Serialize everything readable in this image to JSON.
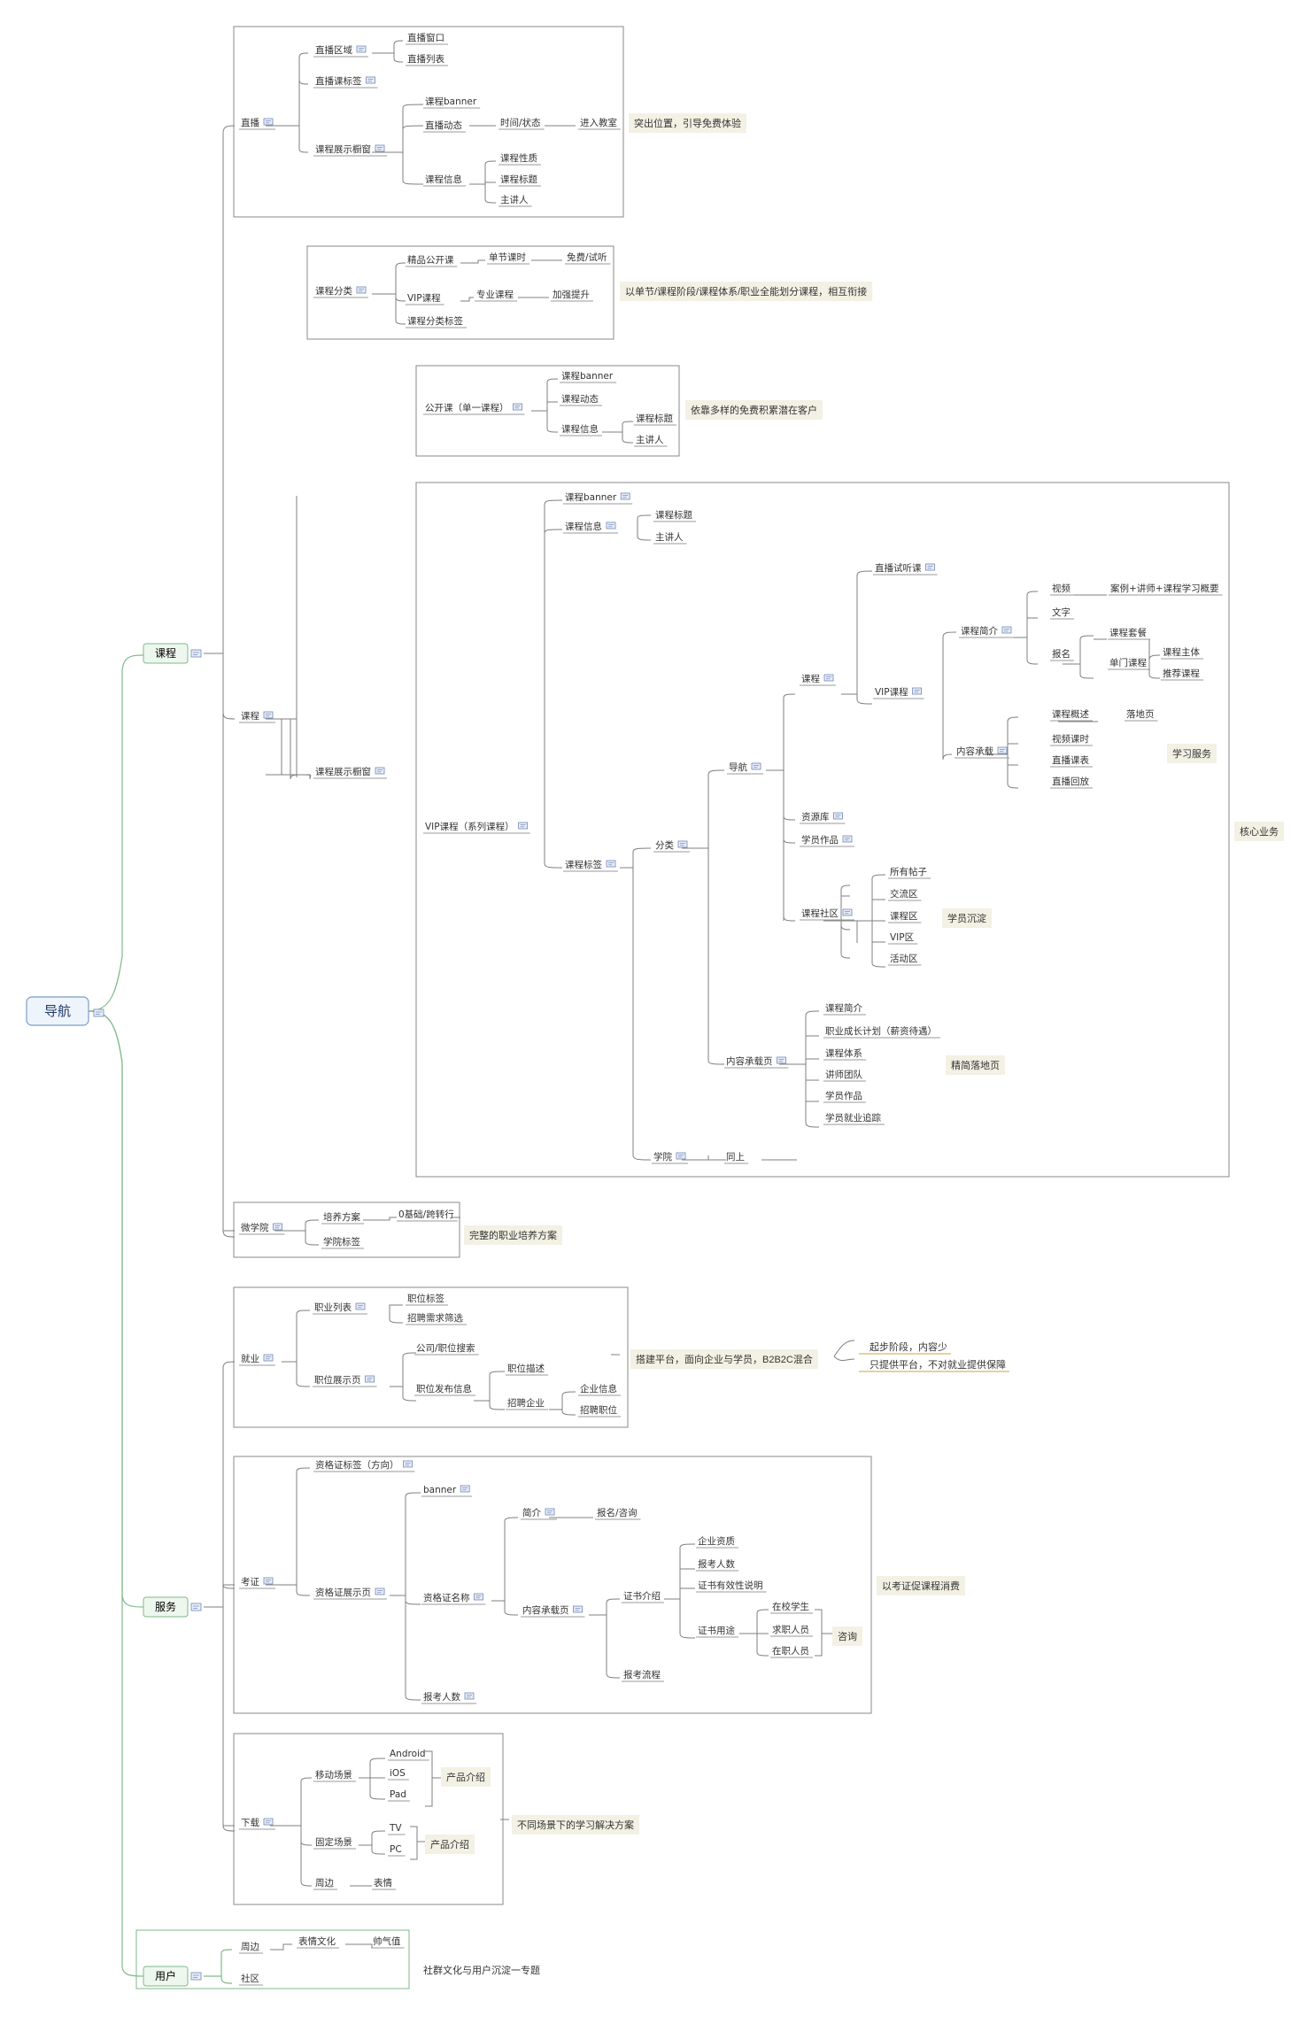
{
  "root": {
    "label": "导航",
    "icon": "note-icon"
  },
  "branches": [
    {
      "id": "course",
      "label": "课程"
    },
    {
      "id": "service",
      "label": "服务"
    },
    {
      "id": "user",
      "label": "用户"
    }
  ],
  "nodes": {
    "live": "直播",
    "live_area": "直播区域",
    "live_window": "直播窗口",
    "live_list": "直播列表",
    "live_tags": "直播课标签",
    "live_showcase": "课程展示橱窗",
    "live_banner": "课程banner",
    "live_dynamic": "直播动态",
    "live_time": "时间/状态",
    "live_enter": "进入教室",
    "live_info": "课程信息",
    "live_nature": "课程性质",
    "live_title": "课程标题",
    "live_speaker": "主讲人",
    "course": "课程",
    "cls": "课程分类",
    "cls_public": "精品公开课",
    "cls_single": "单节课时",
    "cls_free": "免费/试听",
    "cls_vip": "VIP课程",
    "cls_pro": "专业课程",
    "cls_boost": "加强提升",
    "cls_tags": "课程分类标签",
    "showcase": "课程展示橱窗",
    "pub": "公开课（单一课程）",
    "pub_banner": "课程banner",
    "pub_dynamic": "课程动态",
    "pub_info": "课程信息",
    "pub_title": "课程标题",
    "pub_speaker": "主讲人",
    "vip": "VIP课程（系列课程）",
    "vip_banner": "课程banner",
    "vip_info": "课程信息",
    "vip_title": "课程标题",
    "vip_speaker": "主讲人",
    "vip_tags": "课程标签",
    "category": "分类",
    "nav": "导航",
    "nav_course": "课程",
    "live_trial": "直播试听课",
    "vip_course": "VIP课程",
    "intro": "课程简介",
    "video": "视频",
    "video_detail": "案例+讲师+课程学习概要",
    "text": "文字",
    "signup": "报名",
    "package": "课程套餐",
    "single": "单门课程",
    "subject": "课程主体",
    "recommend": "推荐课程",
    "carrier": "内容承载",
    "c_desc": "课程概述",
    "landing": "落地页",
    "c_video": "视频课时",
    "c_schedule": "直播课表",
    "c_replay": "直播回放",
    "resource": "资源库",
    "works": "学员作品",
    "community": "课程社区",
    "all_posts": "所有帖子",
    "exchange": "交流区",
    "course_area": "课程区",
    "vip_area": "VIP区",
    "activity": "活动区",
    "carrier_page": "内容承载页",
    "p_intro": "课程简介",
    "p_plan": "职业成长计划（薪资待遇）",
    "p_system": "课程体系",
    "p_team": "讲师团队",
    "p_works": "学员作品",
    "p_employ": "学员就业追踪",
    "academy": "学院",
    "same": "同上",
    "micro": "微学院",
    "plan": "培养方案",
    "plan_detail": "0基础/跨转行",
    "micro_tags": "学院标签",
    "job": "就业",
    "job_list": "职业列表",
    "job_tags": "职位标签",
    "job_filter": "招聘需求筛选",
    "job_page": "职位展示页",
    "job_search": "公司/职位搜索",
    "job_publish": "职位发布信息",
    "job_desc": "职位描述",
    "recruit": "招聘企业",
    "company_info": "企业信息",
    "recruit_pos": "招聘职位",
    "exam": "考证",
    "cert_tags": "资格证标签（方向）",
    "cert_page": "资格证展示页",
    "banner": "banner",
    "cert_name": "资格证名称",
    "cert_intro": "简介",
    "cert_signup": "报名/咨询",
    "cert_carrier": "内容承载页",
    "cert_desc": "证书介绍",
    "cert_qual": "企业资质",
    "cert_count": "报考人数",
    "cert_valid": "证书有效性说明",
    "cert_use": "证书用途",
    "student": "在校学生",
    "seeker": "求职人员",
    "employee": "在职人员",
    "process": "报考流程",
    "applicants": "报考人数",
    "download": "下载",
    "mobile": "移动场景",
    "android": "Android",
    "ios": "iOS",
    "pad": "Pad",
    "fixed": "固定场景",
    "tv": "TV",
    "pc": "PC",
    "around": "周边",
    "emoji": "表情",
    "u_around": "周边",
    "u_culture": "表情文化",
    "u_handsome": "帅气值",
    "u_community": "社区"
  },
  "callouts": {
    "live": "突出位置，引导免费体验",
    "classify": "以单节/课程阶段/课程体系/职业全能划分课程，相互衔接",
    "public": "依靠多样的免费积累潜在客户",
    "core": "核心业务",
    "study": "学习服务",
    "settle": "学员沉淀",
    "landing": "精简落地页",
    "micro": "完整的职业培养方案",
    "job": "搭建平台，面向企业与学员，B2B2C混合",
    "job_note1": "起步阶段，内容少",
    "job_note2": "只提供平台，不对就业提供保障",
    "exam": "以考证促课程消费",
    "consult": "咨询",
    "mobile_product": "产品介绍",
    "fixed_product": "产品介绍",
    "download": "不同场景下的学习解决方案",
    "user": "社群文化与用户沉淀一专题"
  },
  "colors": {
    "root_fill": "#eef4fb",
    "root_stroke": "#7c9cc4",
    "branch_fill": "#eef7ee",
    "branch_stroke": "#7fb98a",
    "callout_bg": "#f3f1e4"
  }
}
